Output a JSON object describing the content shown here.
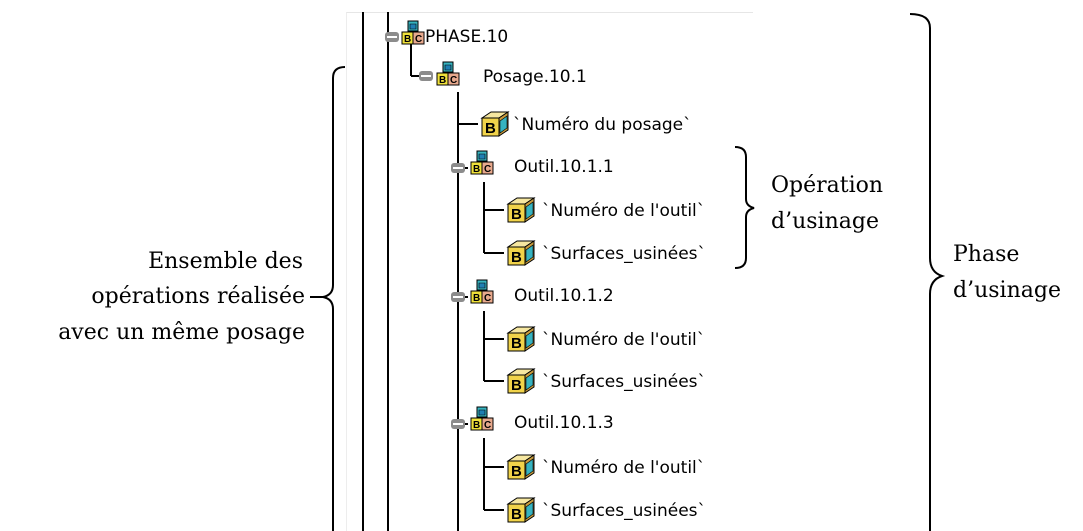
{
  "tree": {
    "phase": {
      "label": "PHASE.10"
    },
    "posage": {
      "label": "Posage.10.1"
    },
    "numero_posage": {
      "label": "`Numéro du posage`"
    },
    "tools": [
      {
        "label": "Outil.10.1.1",
        "params": [
          "`Numéro de l'outil`",
          "`Surfaces_usinées`"
        ]
      },
      {
        "label": "Outil.10.1.2",
        "params": [
          "`Numéro de l'outil`",
          "`Surfaces_usinées`"
        ]
      },
      {
        "label": "Outil.10.1.3",
        "params": [
          "`Numéro de l'outil`",
          "`Surfaces_usinées`"
        ]
      }
    ]
  },
  "annotations": {
    "left_lines": [
      "Ensemble des",
      "opérations réalisée",
      "avec un même posage"
    ],
    "operation_lines": [
      "Opération",
      "d’usinage"
    ],
    "phase_lines": [
      "Phase",
      "d’usinage"
    ]
  },
  "colors": {
    "tree_line": "#000000",
    "minus_node": "#8c8c8c"
  },
  "icons": {
    "group": "abc-blocks-icon",
    "param": "b-cube-icon"
  }
}
